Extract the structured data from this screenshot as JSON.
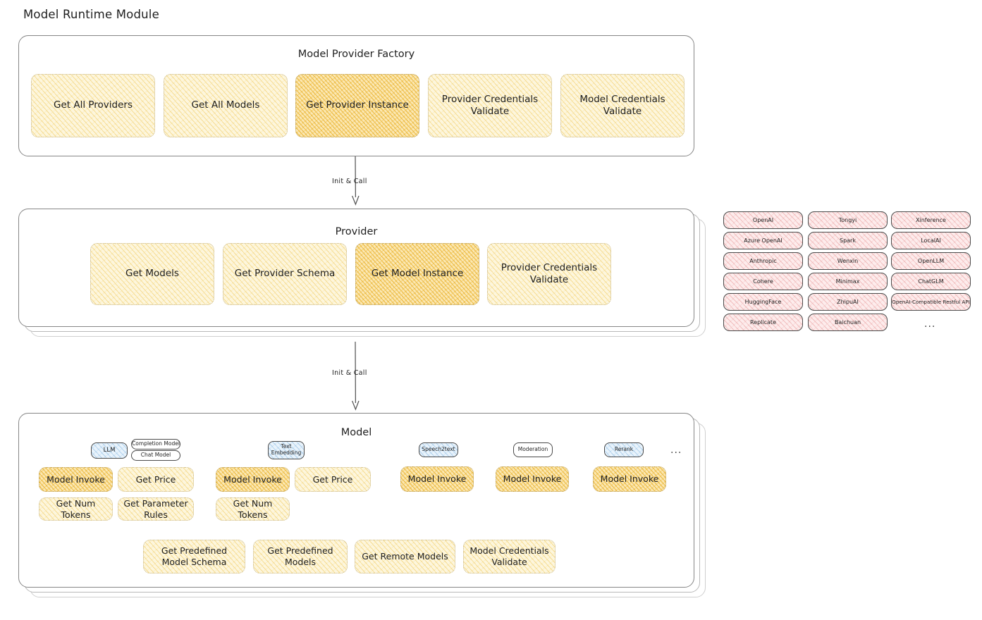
{
  "page": {
    "title": "Model Runtime Module"
  },
  "connectors": [
    {
      "label": "Init & Call"
    },
    {
      "label": "Init & Call"
    }
  ],
  "factory": {
    "title": "Model Provider Factory",
    "nodes": [
      {
        "label": "Get All Providers",
        "highlight": false
      },
      {
        "label": "Get All Models",
        "highlight": false
      },
      {
        "label": "Get Provider Instance",
        "highlight": true
      },
      {
        "label": "Provider Credentials Validate",
        "highlight": false
      },
      {
        "label": "Model Credentials Validate",
        "highlight": false
      }
    ]
  },
  "provider": {
    "title": "Provider",
    "nodes": [
      {
        "label": "Get Models",
        "highlight": false
      },
      {
        "label": "Get Provider Schema",
        "highlight": false
      },
      {
        "label": "Get Model Instance",
        "highlight": true
      },
      {
        "label": "Provider Credentials Validate",
        "highlight": false
      }
    ]
  },
  "provider_list": {
    "columns": [
      [
        "OpenAI",
        "Azure OpenAI",
        "Anthropic",
        "Cohere",
        "HuggingFace",
        "Replicate"
      ],
      [
        "Tongyi",
        "Spark",
        "Wenxin",
        "Minimax",
        "ZhipuAI",
        "Baichuan"
      ],
      [
        "Xinference",
        "LocalAI",
        "OpenLLM",
        "ChatGLM",
        "OpenAI-Compatible Restful API"
      ]
    ],
    "more": "..."
  },
  "model": {
    "title": "Model",
    "more": "...",
    "types": [
      {
        "badge": "LLM",
        "sub": [
          "Completion Model",
          "Chat Model"
        ]
      },
      {
        "badge": "Text Embedding",
        "sub": []
      },
      {
        "badge": "Speech2text",
        "sub": []
      },
      {
        "badge": "Moderation",
        "sub": []
      },
      {
        "badge": "Rerank",
        "sub": []
      }
    ],
    "llm_ops": [
      {
        "label": "Model Invoke",
        "highlight": true
      },
      {
        "label": "Get Price",
        "highlight": false
      },
      {
        "label": "Get Num Tokens",
        "highlight": false
      },
      {
        "label": "Get Parameter Rules",
        "highlight": false
      }
    ],
    "embedding_ops": [
      {
        "label": "Model Invoke",
        "highlight": true
      },
      {
        "label": "Get Price",
        "highlight": false
      },
      {
        "label": "Get Num Tokens",
        "highlight": false
      }
    ],
    "speech_ops": [
      {
        "label": "Model Invoke",
        "highlight": true
      }
    ],
    "moderation_ops": [
      {
        "label": "Model Invoke",
        "highlight": true
      }
    ],
    "rerank_ops": [
      {
        "label": "Model Invoke",
        "highlight": true
      }
    ],
    "common_ops": [
      {
        "label": "Get Predefined Model Schema",
        "highlight": false
      },
      {
        "label": "Get Predefined Models",
        "highlight": false
      },
      {
        "label": "Get Remote Models",
        "highlight": false
      },
      {
        "label": "Model Credentials Validate",
        "highlight": false
      }
    ]
  }
}
